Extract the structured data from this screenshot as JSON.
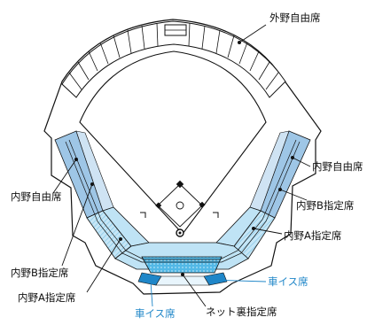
{
  "labels": {
    "outfield_free": "外野自由席",
    "inner_free_left": "内野自由席",
    "inner_free_right": "内野自由席",
    "inner_b_left": "内野B指定席",
    "inner_b_right": "内野B指定席",
    "inner_a_left": "内野A指定席",
    "inner_a_right": "内野A指定席",
    "net_back": "ネット裏指定席",
    "wheelchair_left": "車イス席",
    "wheelchair_right": "車イス席"
  },
  "colors": {
    "outline": "#111111",
    "inner_free_blue": "#9ec6e6",
    "inner_free_light": "#cfe3f3",
    "inner_b_blue": "#d4e8f6",
    "inner_a_blue": "#bfe3f5",
    "net_back_blue": "#5fc0e8",
    "wheelchair_blue": "#1f86c8",
    "field_white": "#ffffff"
  }
}
